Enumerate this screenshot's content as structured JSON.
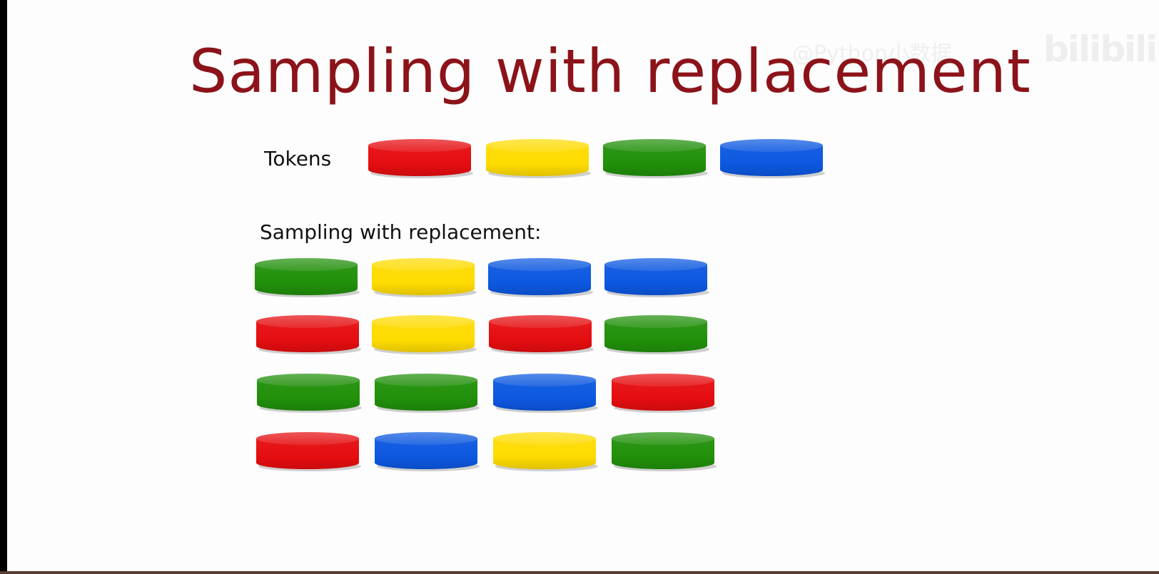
{
  "slide": {
    "title": "Sampling with replacement",
    "tokens_label": "Tokens",
    "sampling_label": "Sampling with replacement:",
    "watermark": "@Python小数据",
    "logo": "bilibili"
  },
  "colors": {
    "red": "#e50d10",
    "yellow": "#fedb00",
    "green": "#21900a",
    "blue": "#0c58e0",
    "title": "#8b1319"
  },
  "tokens": [
    "red",
    "yellow",
    "green",
    "blue"
  ],
  "samples": [
    [
      "green",
      "yellow",
      "blue",
      "blue"
    ],
    [
      "red",
      "yellow",
      "red",
      "green"
    ],
    [
      "green",
      "green",
      "blue",
      "red"
    ],
    [
      "red",
      "blue",
      "yellow",
      "green"
    ]
  ]
}
